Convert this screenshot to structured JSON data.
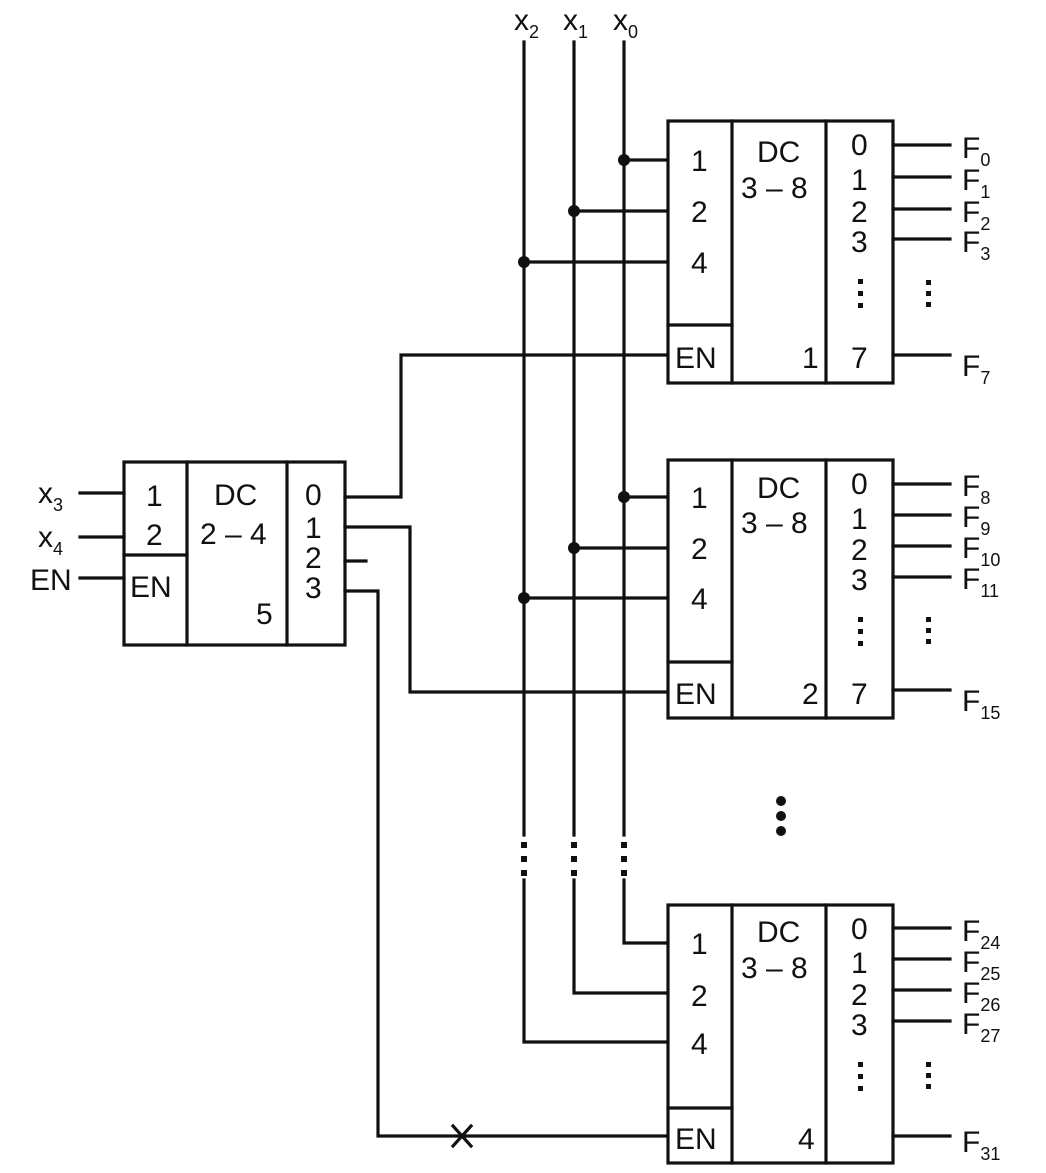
{
  "inputs": {
    "x0": "x",
    "x0_sub": "0",
    "x1": "x",
    "x1_sub": "1",
    "x2": "x",
    "x2_sub": "2",
    "x3": "x",
    "x3_sub": "3",
    "x4": "x",
    "x4_sub": "4",
    "en": "EN"
  },
  "decoder24": {
    "in1": "1",
    "in2": "2",
    "en": "EN",
    "title1": "DC",
    "title2": "2 – 4",
    "id": "5",
    "out0": "0",
    "out1": "1",
    "out2": "2",
    "out3": "3"
  },
  "decoder38_1": {
    "in1": "1",
    "in2": "2",
    "in4": "4",
    "en": "EN",
    "title1": "DC",
    "title2": "3 – 8",
    "id": "1",
    "out0": "0",
    "out1": "1",
    "out2": "2",
    "out3": "3",
    "out7": "7",
    "f0": "F",
    "f0_sub": "0",
    "f1": "F",
    "f1_sub": "1",
    "f2": "F",
    "f2_sub": "2",
    "f3": "F",
    "f3_sub": "3",
    "f7": "F",
    "f7_sub": "7"
  },
  "decoder38_2": {
    "in1": "1",
    "in2": "2",
    "in4": "4",
    "en": "EN",
    "title1": "DC",
    "title2": "3 – 8",
    "id": "2",
    "out0": "0",
    "out1": "1",
    "out2": "2",
    "out3": "3",
    "out7": "7",
    "f0": "F",
    "f0_sub": "8",
    "f1": "F",
    "f1_sub": "9",
    "f2": "F",
    "f2_sub": "10",
    "f3": "F",
    "f3_sub": "11",
    "f7": "F",
    "f7_sub": "15"
  },
  "decoder38_4": {
    "in1": "1",
    "in2": "2",
    "in4": "4",
    "en": "EN",
    "title1": "DC",
    "title2": "3 – 8",
    "id": "4",
    "out0": "0",
    "out1": "1",
    "out2": "2",
    "out3": "3",
    "f0": "F",
    "f0_sub": "24",
    "f1": "F",
    "f1_sub": "25",
    "f2": "F",
    "f2_sub": "26",
    "f3": "F",
    "f3_sub": "27",
    "f7": "F",
    "f7_sub": "31"
  }
}
